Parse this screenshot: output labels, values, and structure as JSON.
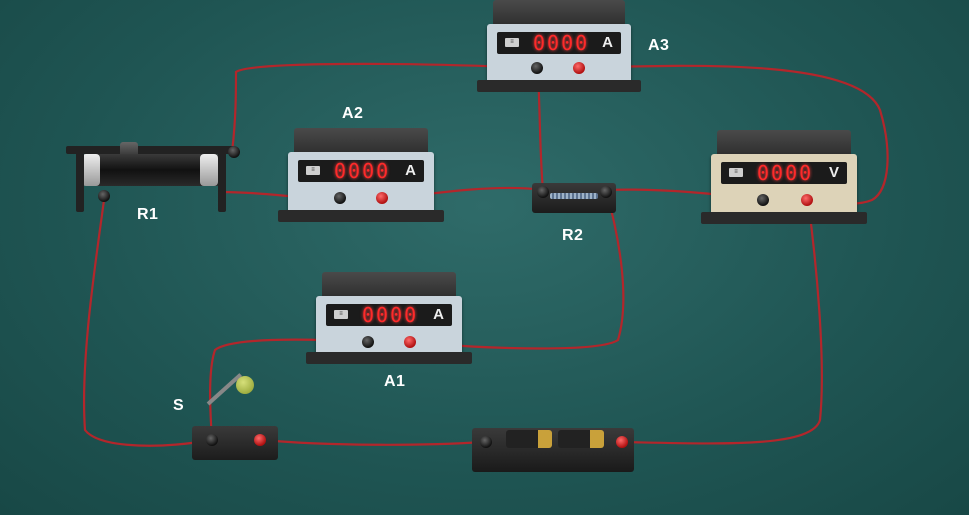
{
  "labels": {
    "r1": "R1",
    "r2": "R2",
    "a1": "A1",
    "a2": "A2",
    "a3": "A3",
    "s": "S"
  },
  "meters": {
    "a1": {
      "reading": "0000",
      "unit": "A"
    },
    "a2": {
      "reading": "0000",
      "unit": "A"
    },
    "a3": {
      "reading": "0000",
      "unit": "A"
    },
    "v": {
      "reading": "0000",
      "unit": "V"
    }
  },
  "colors": {
    "background": "#1f5553",
    "wire": "#b3262b",
    "ammeter_face": "#c9d4dc",
    "voltmeter_face": "#ddd3b8",
    "display_digits": "#ff2a2a"
  }
}
